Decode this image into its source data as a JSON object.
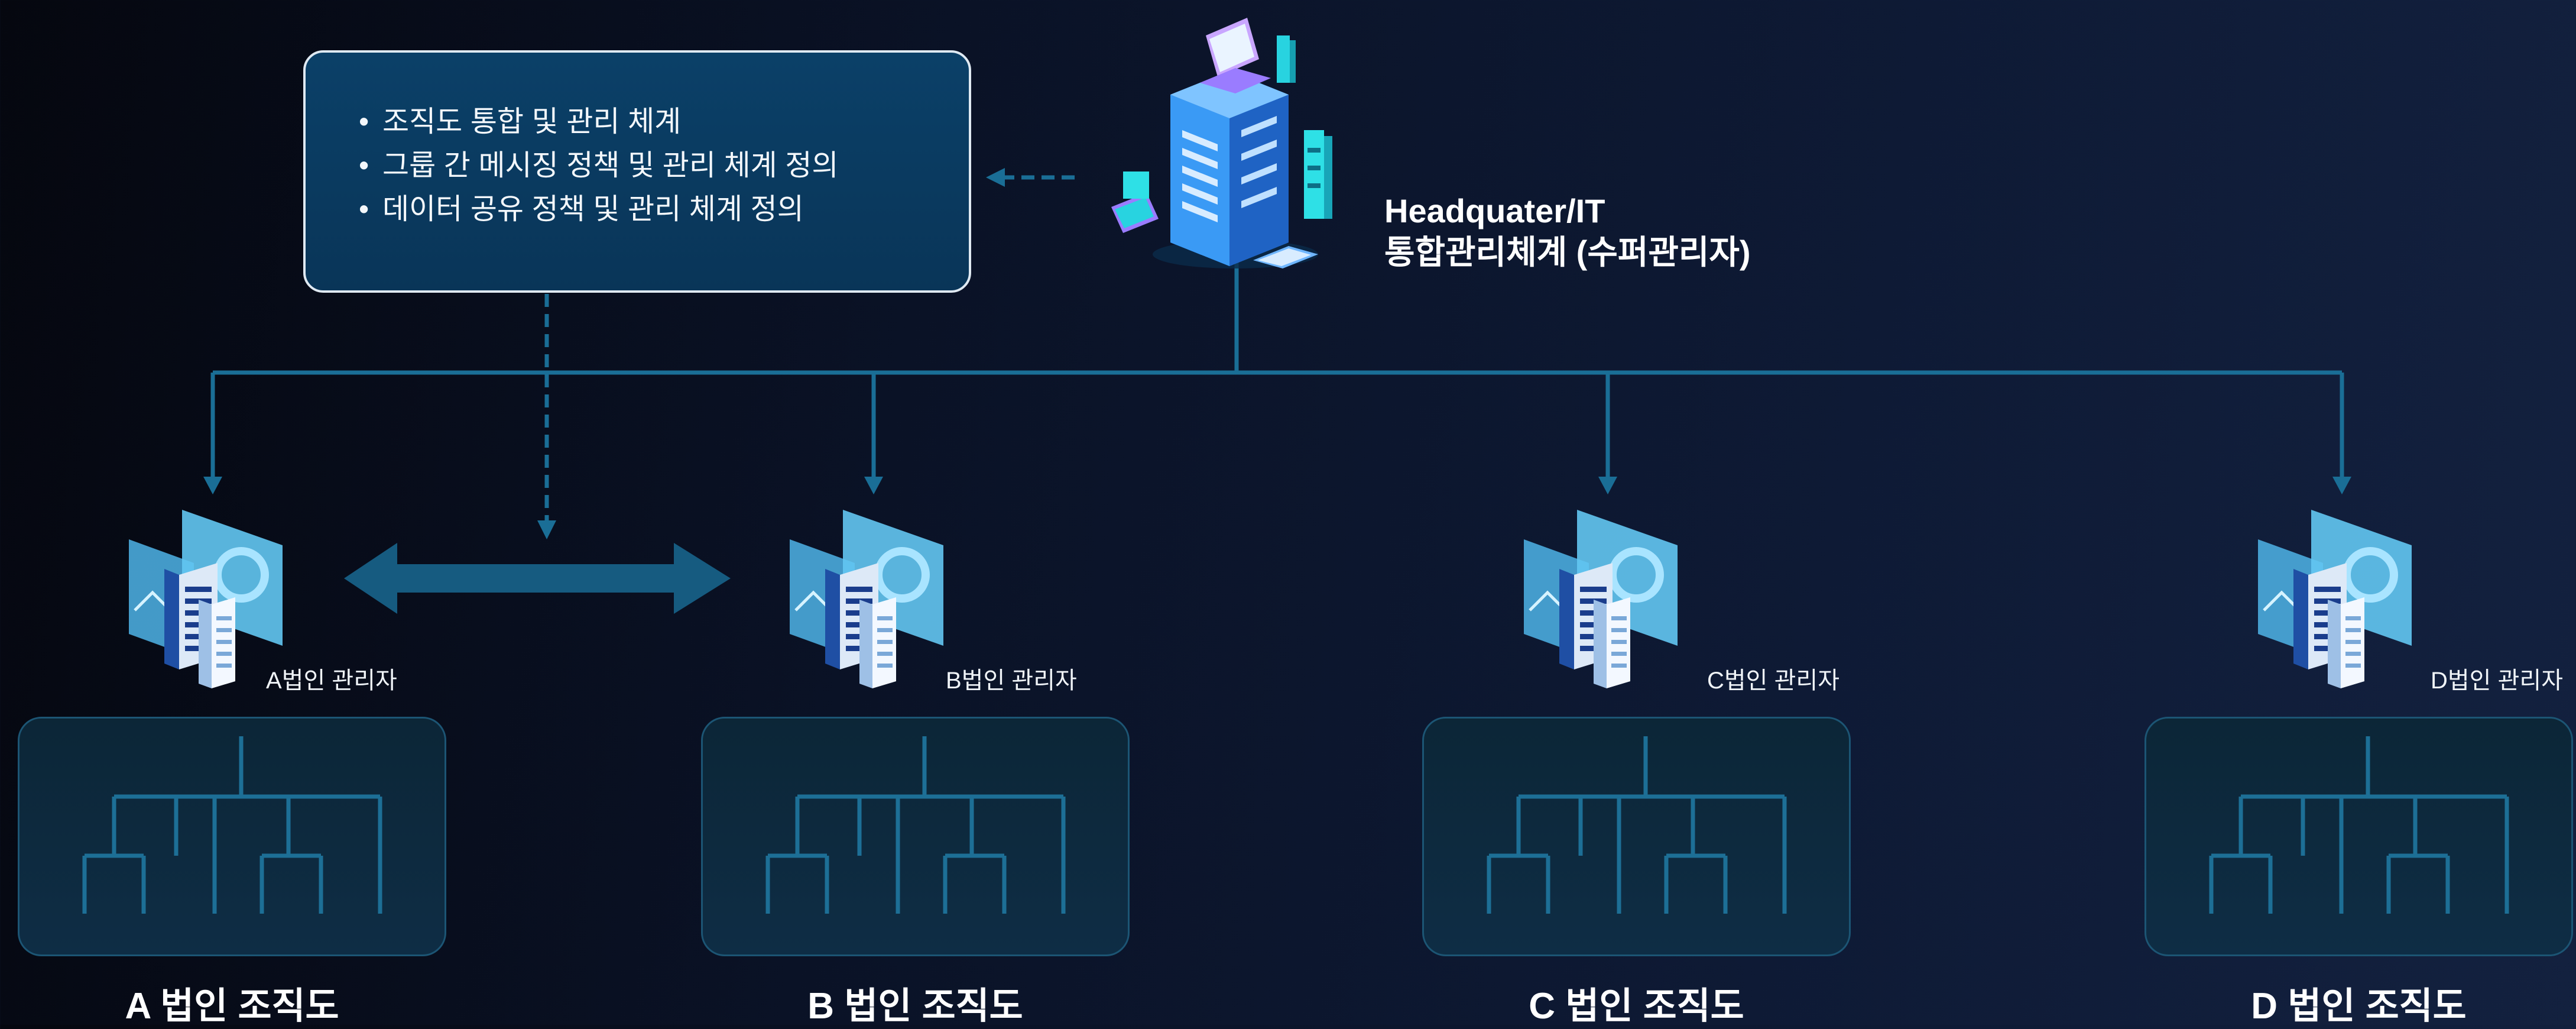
{
  "headquarter": {
    "line1": "Headquater/IT",
    "line2": "통합관리체계 (수퍼관리자)"
  },
  "policy_box": {
    "items": [
      "조직도 통합 및 관리 체계",
      "그룹 간 메시징 정책 및 관리 체계 정의",
      "데이터 공유 정책 및 관리 체계 정의"
    ]
  },
  "entities": [
    {
      "admin_label": "A법인 관리자",
      "org_title": "A 법인 조직도"
    },
    {
      "admin_label": "B법인 관리자",
      "org_title": "B 법인 조직도"
    },
    {
      "admin_label": "C법인 관리자",
      "org_title": "C 법인 조직도"
    },
    {
      "admin_label": "D법인 관리자",
      "org_title": "D 법인 조직도"
    }
  ],
  "colors": {
    "connector": "#1a6e96",
    "box_border": "#dfe9f2",
    "box_fill": "#0a3a60",
    "org_line": "#1d6f96",
    "server_blue": "#2f8ff0",
    "accent_cyan": "#36e0e8"
  },
  "icons": {
    "headquarter": "server-with-devices-icon",
    "entity_admin": "server-with-dashboard-icon",
    "org": "org-tree-icon"
  }
}
